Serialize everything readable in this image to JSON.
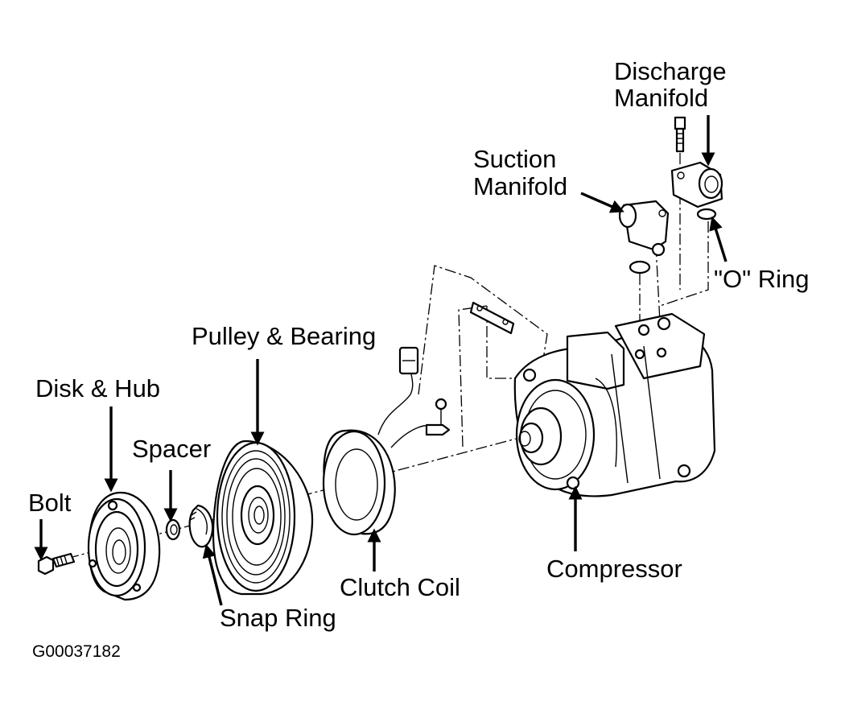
{
  "labels": {
    "discharge_manifold_line1": "Discharge",
    "discharge_manifold_line2": "Manifold",
    "suction_manifold_line1": "Suction",
    "suction_manifold_line2": "Manifold",
    "o_ring": "\"O\" Ring",
    "pulley_bearing": "Pulley & Bearing",
    "disk_hub": "Disk & Hub",
    "spacer": "Spacer",
    "bolt": "Bolt",
    "snap_ring": "Snap Ring",
    "clutch_coil": "Clutch Coil",
    "compressor": "Compressor"
  },
  "figure_code": "G00037182"
}
